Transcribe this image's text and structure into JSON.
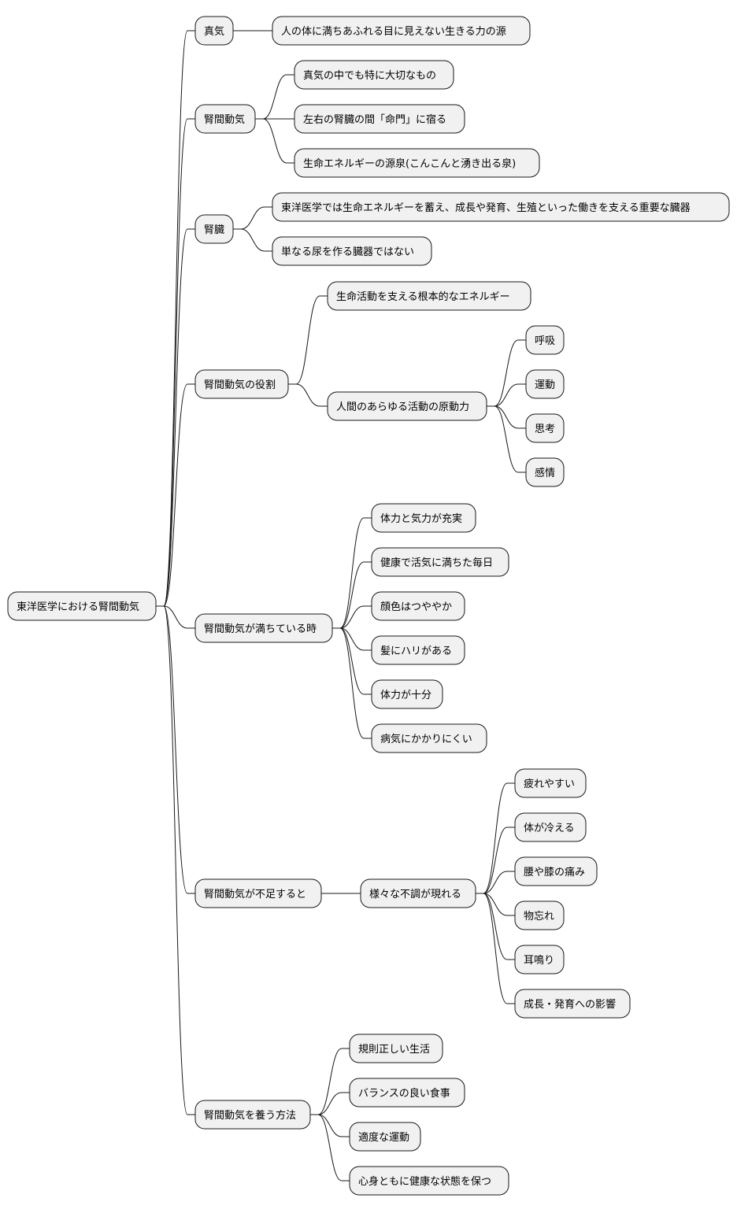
{
  "mindmap": {
    "root": "東洋医学における腎間動気",
    "branches": [
      {
        "label": "真気",
        "children": [
          {
            "label": "人の体に満ちあふれる目に見えない生きる力の源"
          }
        ]
      },
      {
        "label": "腎間動気",
        "children": [
          {
            "label": "真気の中でも特に大切なもの"
          },
          {
            "label": "左右の腎臓の間「命門」に宿る"
          },
          {
            "label": "生命エネルギーの源泉(こんこんと湧き出る泉)"
          }
        ]
      },
      {
        "label": "腎臓",
        "children": [
          {
            "label": "東洋医学では生命エネルギーを蓄え、成長や発育、生殖といった働きを支える重要な臓器"
          },
          {
            "label": "単なる尿を作る臓器ではない"
          }
        ]
      },
      {
        "label": "腎間動気の役割",
        "children": [
          {
            "label": "生命活動を支える根本的なエネルギー"
          },
          {
            "label": "人間のあらゆる活動の原動力",
            "children": [
              {
                "label": "呼吸"
              },
              {
                "label": "運動"
              },
              {
                "label": "思考"
              },
              {
                "label": "感情"
              }
            ]
          }
        ]
      },
      {
        "label": "腎間動気が満ちている時",
        "children": [
          {
            "label": "体力と気力が充実"
          },
          {
            "label": "健康で活気に満ちた毎日"
          },
          {
            "label": "顔色はつややか"
          },
          {
            "label": "髪にハリがある"
          },
          {
            "label": "体力が十分"
          },
          {
            "label": "病気にかかりにくい"
          }
        ]
      },
      {
        "label": "腎間動気が不足すると",
        "children": [
          {
            "label": "様々な不調が現れる",
            "children": [
              {
                "label": "疲れやすい"
              },
              {
                "label": "体が冷える"
              },
              {
                "label": "腰や膝の痛み"
              },
              {
                "label": "物忘れ"
              },
              {
                "label": "耳鳴り"
              },
              {
                "label": "成長・発育への影響"
              }
            ]
          }
        ]
      },
      {
        "label": "腎間動気を養う方法",
        "children": [
          {
            "label": "規則正しい生活"
          },
          {
            "label": "バランスの良い食事"
          },
          {
            "label": "適度な運動"
          },
          {
            "label": "心身ともに健康な状態を保つ"
          }
        ]
      }
    ]
  }
}
